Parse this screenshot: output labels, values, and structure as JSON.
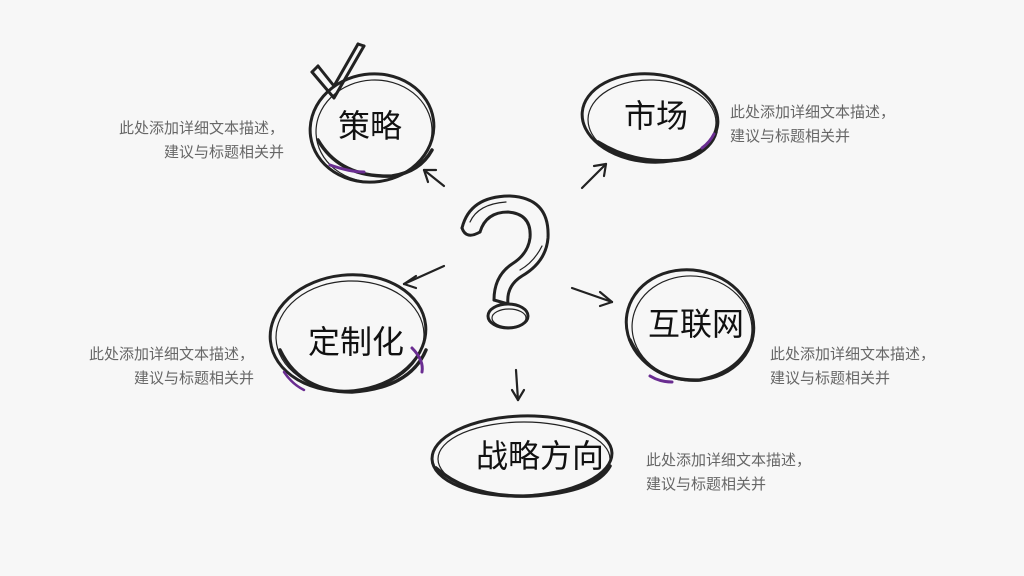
{
  "accent_color": "#6a2d91",
  "nodes": {
    "strategy": {
      "label": "策略",
      "desc_line1": "此处添加详细文本描述，",
      "desc_line2": "建议与标题相关并"
    },
    "market": {
      "label": "市场",
      "desc_line1": "此处添加详细文本描述，",
      "desc_line2": "建议与标题相关并"
    },
    "customization": {
      "label": "定制化",
      "desc_line1": "此处添加详细文本描述，",
      "desc_line2": "建议与标题相关并"
    },
    "internet": {
      "label": "互联网",
      "desc_line1": "此处添加详细文本描述，",
      "desc_line2": "建议与标题相关并"
    },
    "direction": {
      "label": "战略方向",
      "desc_line1": "此处添加详细文本描述，",
      "desc_line2": "建议与标题相关并"
    }
  },
  "icons": {
    "center": "question-mark-icon",
    "badge": "checkmark-icon"
  }
}
